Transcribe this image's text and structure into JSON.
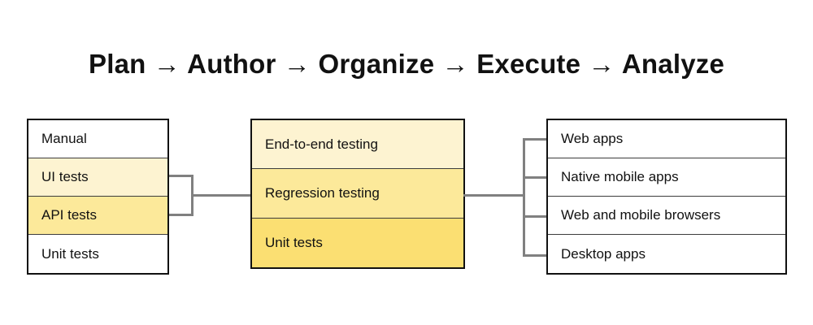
{
  "title": "Plan → Author → Organize → Execute → Analyze",
  "colors": {
    "background": "#ffffff",
    "box_border": "#111111",
    "row_divider": "#3c3c3c",
    "connector": "#808080",
    "text": "#111111",
    "yellow_light": "#fdf3d1",
    "yellow_mid": "#fce99a",
    "yellow_strong": "#fbdf72",
    "white_cell": "#ffffff"
  },
  "columns": {
    "left": {
      "name": "test-types",
      "rows": [
        {
          "label": "Manual",
          "fill": "#ffffff"
        },
        {
          "label": "UI tests",
          "fill": "#fdf3d1"
        },
        {
          "label": "API tests",
          "fill": "#fce99a"
        },
        {
          "label": "Unit tests",
          "fill": "#ffffff"
        }
      ]
    },
    "middle": {
      "name": "test-levels",
      "rows": [
        {
          "label": "End-to-end testing",
          "fill": "#fdf3d1"
        },
        {
          "label": "Regression testing",
          "fill": "#fce99a"
        },
        {
          "label": "Unit tests",
          "fill": "#fbdf72"
        }
      ]
    },
    "right": {
      "name": "targets",
      "rows": [
        {
          "label": "Web apps",
          "fill": "#ffffff"
        },
        {
          "label": "Native mobile apps",
          "fill": "#ffffff"
        },
        {
          "label": "Web and mobile browsers",
          "fill": "#ffffff"
        },
        {
          "label": "Desktop apps",
          "fill": "#ffffff"
        }
      ]
    }
  }
}
